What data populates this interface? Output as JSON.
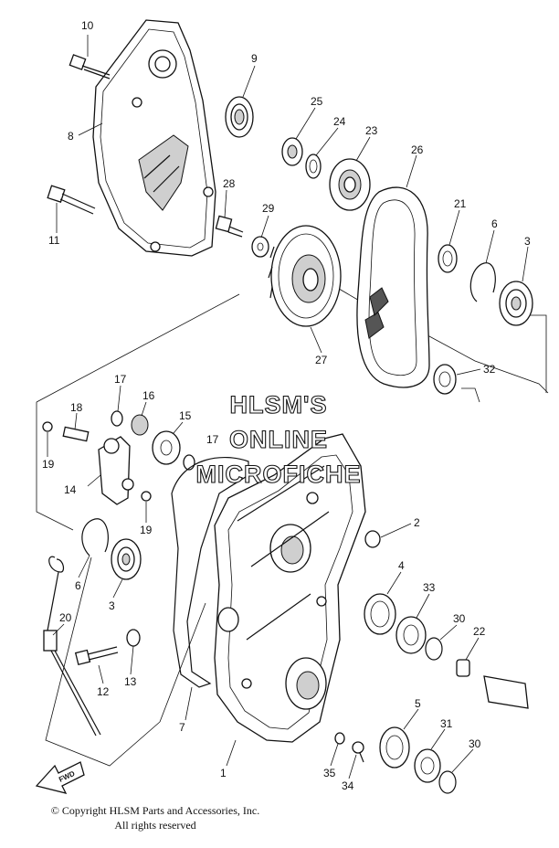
{
  "watermark": {
    "line1": "HLSM'S",
    "line2": "ONLINE",
    "line3": "MICROFICHE"
  },
  "fwd_label": "FWD",
  "copyright": {
    "line1": "© Copyright HLSM Parts and Accessories, Inc.",
    "line2": "All rights reserved"
  },
  "callouts": {
    "c10": "10",
    "c9": "9",
    "c8": "8",
    "c11": "11",
    "c25": "25",
    "c24": "24",
    "c23": "23",
    "c26": "26",
    "c28": "28",
    "c29": "29",
    "c21": "21",
    "c6a": "6",
    "c3a": "3",
    "c27": "27",
    "c32": "32",
    "c17a": "17",
    "c16": "16",
    "c18": "18",
    "c15": "15",
    "c17b": "17",
    "c19a": "19",
    "c14": "14",
    "c19b": "19",
    "c2": "2",
    "c6b": "6",
    "c3b": "3",
    "c4": "4",
    "c33": "33",
    "c30a": "30",
    "c22": "22",
    "c20": "20",
    "c12": "12",
    "c13": "13",
    "c7": "7",
    "c5": "5",
    "c31": "31",
    "c30b": "30",
    "c1": "1",
    "c35": "35",
    "c34": "34"
  }
}
